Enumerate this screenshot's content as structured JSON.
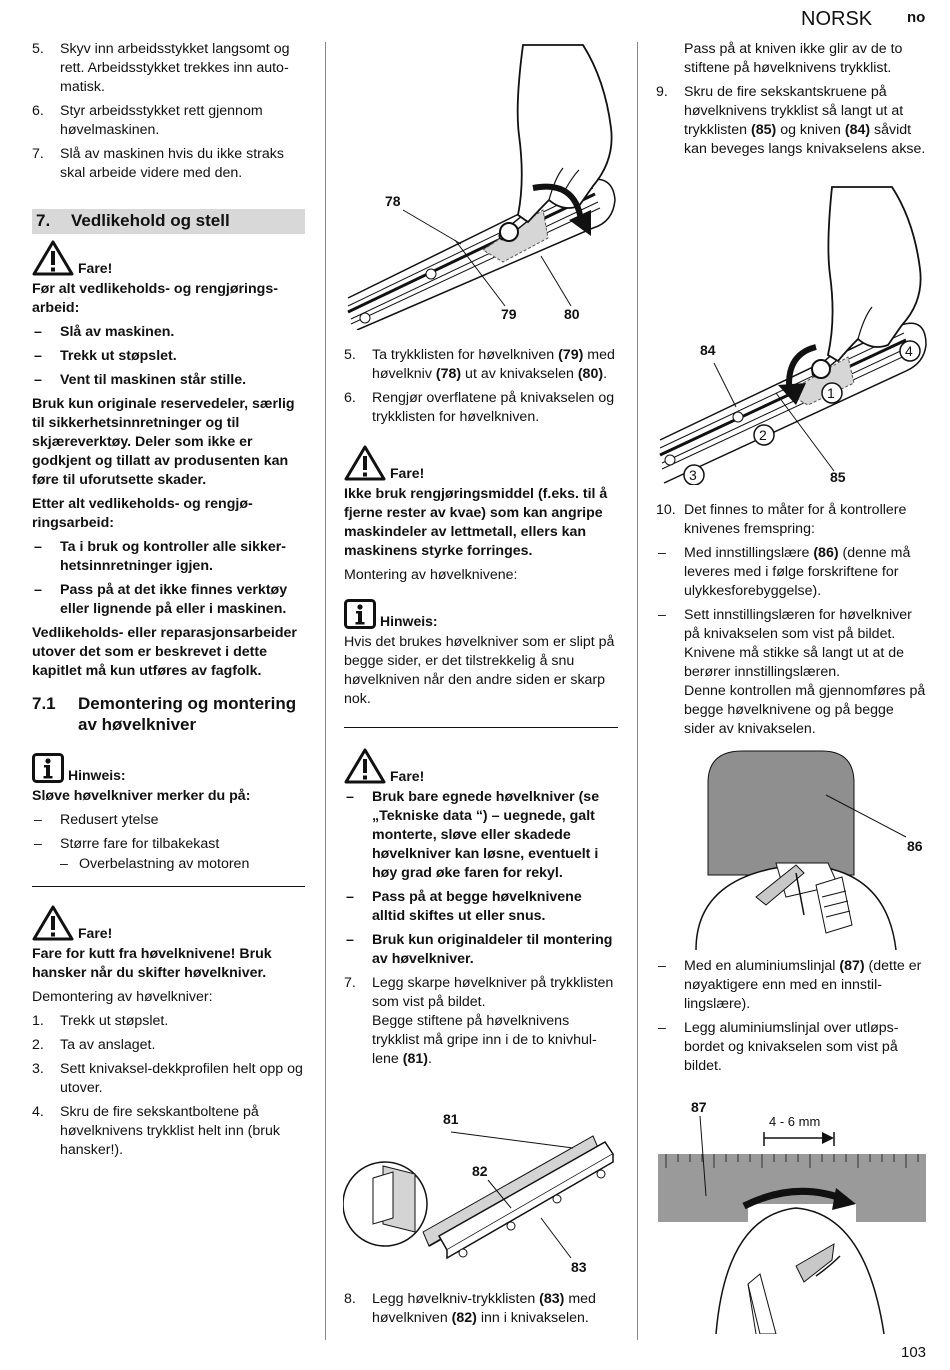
{
  "header": {
    "lang_name": "NORSK",
    "lang_code": "no"
  },
  "footer": {
    "page_number": "103"
  },
  "col1": {
    "steps_top": [
      {
        "num": "5.",
        "text": "Skyv inn arbeidsstykket langsomt og rett. Arbeidsstykket trekkes inn auto­matisk."
      },
      {
        "num": "6.",
        "text": "Styr arbeidsstykket rett gjennom høvelmaskinen."
      },
      {
        "num": "7.",
        "text": "Slå av maskinen hvis du ikke straks skal arbeide videre med den."
      }
    ],
    "section": {
      "num": "7.",
      "title": "Vedlikehold og stell"
    },
    "danger_label": "Fare!",
    "before_maint": "Før alt vedlikeholds- og rengjørings­arbeid:",
    "before_list": [
      "Slå av maskinen.",
      "Trekk ut støpslet.",
      "Vent til maskinen står stille."
    ],
    "original_parts": "Bruk kun originale reservedeler, sær­lig til sikkerhetsinnretninger og til skjæreverktøy. Deler som ikke er godkjent og tillatt av produsenten kan føre til uforutsette skader.",
    "after_maint": "Etter alt vedlikeholds- og rengjø­ringsarbeid:",
    "after_list": [
      "Ta i bruk og kontroller alle sikker­hetsinnretninger igjen.",
      "Pass på at det ikke finnes verktøy eller lignende på eller i maskinen."
    ],
    "other_repairs": "Vedlikeholds- eller reparasjonsarbei­der utover det som er beskrevet i dette kapitlet må kun utføres av fag­folk.",
    "subsection": {
      "num": "7.1",
      "title": "Demontering og monte­ring av høvelkniver"
    },
    "note_label": "Hinweis:",
    "dull_title": "Sløve høvelkniver merker du på:",
    "dull_list": [
      "Redusert ytelse",
      "Større fare for tilbakekast"
    ],
    "dull_sub": "Overbelastning av motoren",
    "danger2_label": "Fare!",
    "cut_warning": "Fare for kutt fra høvelknivene! Bruk hansker når du skifter høvelkniver.",
    "removal_title": "Demontering av høvelkniver:",
    "removal_steps": [
      {
        "num": "1.",
        "text": "Trekk ut støpslet."
      },
      {
        "num": "2.",
        "text": "Ta av anslaget."
      },
      {
        "num": "3.",
        "text": "Sett knivaksel-dekkprofilen helt opp og utover."
      },
      {
        "num": "4.",
        "text": "Skru de fire sekskantboltene på høvelknivens trykklist helt inn (bruk hansker!)."
      }
    ]
  },
  "col2": {
    "fig1_labels": [
      "78",
      "79",
      "80"
    ],
    "steps_a": [
      {
        "num": "5.",
        "pre": "Ta trykklisten for høvelkniven ",
        "b1": "(79)",
        "mid": " med høvelkniv ",
        "b2": "(78)",
        "post": " ut av knivakse­len ",
        "b3": "(80)",
        "end": "."
      },
      {
        "num": "6.",
        "text": "Rengjør overflatene på knivakselen og trykklisten for høvelkniven."
      }
    ],
    "danger_label": "Fare!",
    "cleaner_warning": "Ikke bruk rengjøringsmiddel (f.eks. til å fjerne rester av kvae) som kan angripe maskindeler av lettmetall, ellers kan maskinens styrke forrin­ges.",
    "mount_title": "Montering av høvelknivene:",
    "note_label": "Hinweis:",
    "note_text": "Hvis det brukes høvelkniver som er slipt på begge sider, er det tilstrekkelig å snu høvelkniven når den andre siden er skarp nok.",
    "danger2_label": "Fare!",
    "danger2_list": [
      "Bruk bare egnede høvelkniver (se „Tekniske data “) – uegnede, galt monterte, sløve eller skadede høvelkniver kan løsne, eventuelt i høy grad øke faren for rekyl.",
      "Pass på at begge høvelknivene alltid skiftes ut eller snus.",
      "Bruk kun originaldeler til monte­ring av høvelkniver."
    ],
    "step7": {
      "num": "7.",
      "line1": "Legg skarpe høvelkniver på trykklis­ten som vist på bildet.",
      "line2": "Begge stiftene på høvelknivens trykklist må gripe inn i de to knivhul­lene ",
      "bold": "(81)",
      "end": "."
    },
    "fig2_labels": [
      "81",
      "82",
      "83"
    ],
    "step8": {
      "num": "8.",
      "pre": "Legg høvelkniv-trykklisten ",
      "b1": "(83)",
      "mid": " med høvelkniven ",
      "b2": "(82)",
      "post": " inn i knivakselen."
    }
  },
  "col3": {
    "intro": "Pass på at kniven ikke glir av de to stiftene på høvelknivens trykklist.",
    "step9": {
      "num": "9.",
      "pre": "Skru de fire sekskantskruene på høvelknivens trykklist så langt ut at trykklisten ",
      "b1": "(85)",
      "mid": " og kniven ",
      "b2": "(84)",
      "post": " såvidt kan beveges langs knivakselens akse."
    },
    "fig3_labels": [
      "84",
      "85",
      "1",
      "2",
      "3",
      "4"
    ],
    "step10": {
      "num": "10.",
      "text": "Det finnes to måter for å kontrollere knivenes fremspring:"
    },
    "gauge_item": {
      "pre": "Med innstillingslære ",
      "b1": "(86)",
      "post": " (denne må leveres med i følge forskriftene for ulykkesforebyggelse)."
    },
    "gauge_place": "Sett innstillingslæren for høvelkniver på knivakselen som vist på bildet. Knivene må stikke så langt ut at de berører innstillingslæren.",
    "gauge_check": "Denne kontrollen må gjennomføres på begge høvelknivene og på begge sider av knivakselen.",
    "fig4_label": "86",
    "ruler_item": {
      "pre": "Med en aluminiumslinjal ",
      "b1": "(87)",
      "post": " (dette er nøyaktigere enn med en innstil­lingslære)."
    },
    "ruler_place": "Legg aluminiumslinjal over utløps­bordet og knivakselen som vist på bildet.",
    "fig5_label": "87",
    "fig5_dim": "4 - 6 mm"
  }
}
